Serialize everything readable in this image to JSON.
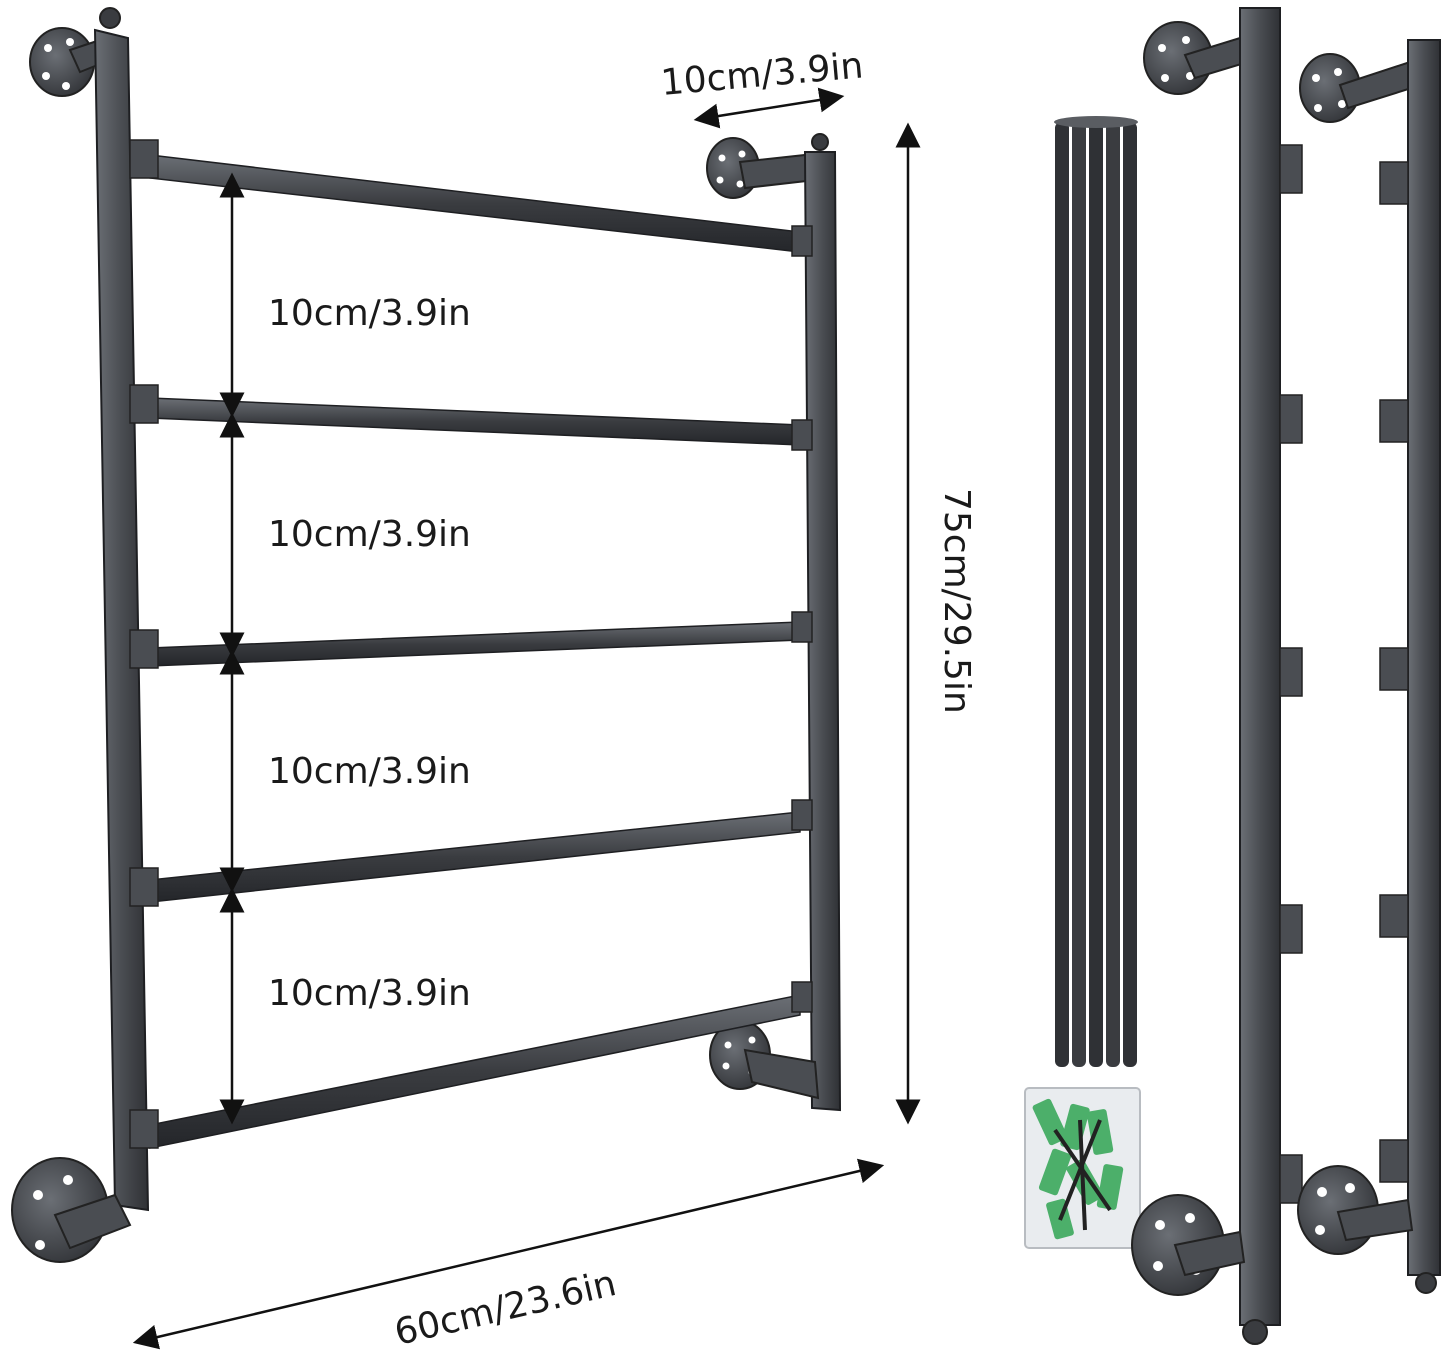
{
  "dimensions": {
    "top_depth": "10cm/3.9in",
    "spacing_1": "10cm/3.9in",
    "spacing_2": "10cm/3.9in",
    "spacing_3": "10cm/3.9in",
    "spacing_4": "10cm/3.9in",
    "height": "75cm/29.5in",
    "width": "60cm/23.6in"
  },
  "colors": {
    "metal": "#4a4d52",
    "metal_dark": "#2f3135",
    "metal_light": "#6b6f75",
    "rod": "#3a3c40",
    "anchor": "#4caf6a",
    "bag": "#e9ecef"
  }
}
